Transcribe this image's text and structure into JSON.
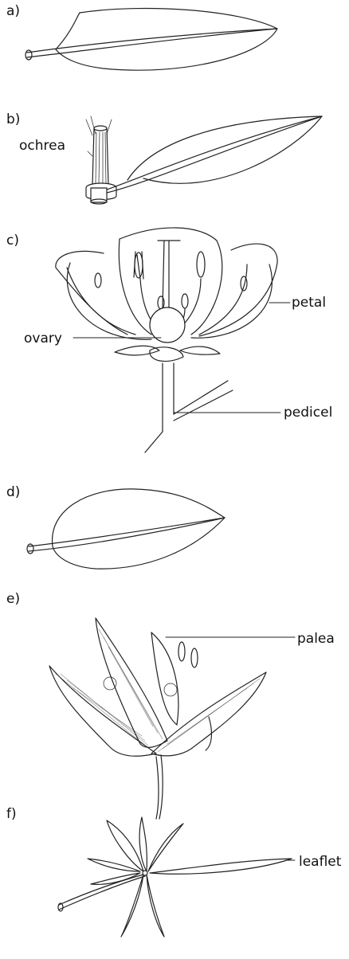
{
  "panels": [
    {
      "letter": "a)"
    },
    {
      "letter": "b)",
      "labels": [
        "ochrea"
      ]
    },
    {
      "letter": "c)",
      "labels": [
        "petal",
        "ovary",
        "pedicel"
      ]
    },
    {
      "letter": "d)"
    },
    {
      "letter": "e)",
      "labels": [
        "palea"
      ]
    },
    {
      "letter": "f)",
      "labels": [
        "leaflet"
      ]
    }
  ]
}
